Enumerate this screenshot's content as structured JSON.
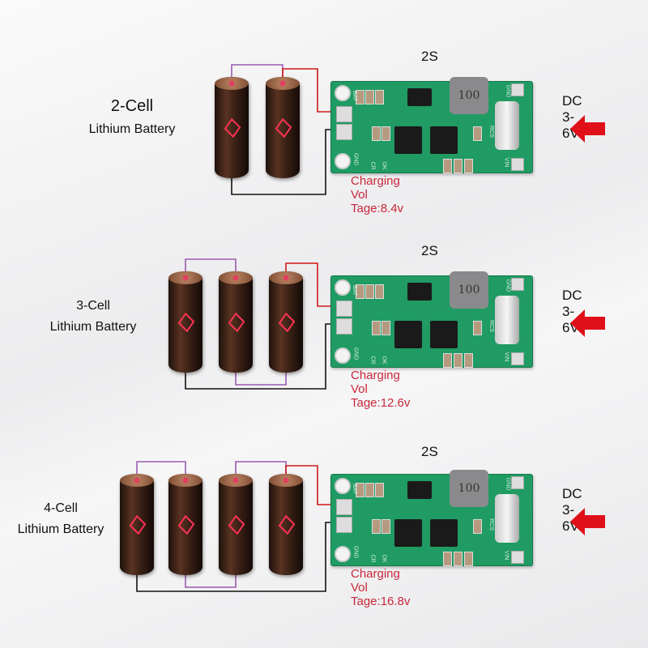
{
  "sections": [
    {
      "board_title": "2S",
      "cells_label": "2-Cell",
      "cells_sub": "Lithium Battery",
      "input": "DC 3-6V",
      "charging": "Charging Vol Tage:8.4v"
    },
    {
      "board_title": "2S",
      "cells_label": "3-Cell",
      "cells_sub": "Lithium Battery",
      "input": "DC 3-6V",
      "charging": "Charging Vol Tage:12.6v"
    },
    {
      "board_title": "2S",
      "cells_label": "4-Cell",
      "cells_sub": "Lithium Battery",
      "input": "DC 3-6V",
      "charging": "Charging Vol Tage:16.8v"
    }
  ],
  "board_silkscreen": {
    "bat": "BAT",
    "gnd": "GND",
    "ok": "OK",
    "cr": "CR",
    "rcs": "RCS",
    "gnd2": "GND",
    "vin": "VIN",
    "inductor": "100"
  },
  "colors": {
    "arrow": "#e0101a",
    "charging_text": "#c8283a",
    "pcb": "#1f9b63",
    "wire_positive": "#d01818",
    "wire_link": "#9a5bb0",
    "wire_negative": "#111111"
  }
}
